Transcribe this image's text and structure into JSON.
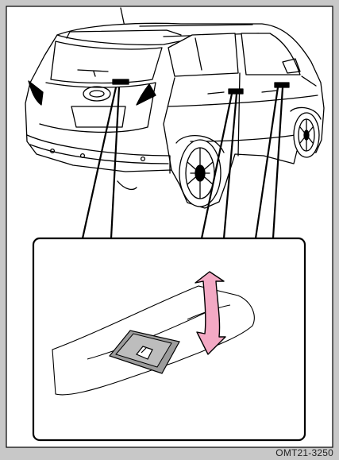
{
  "figure": {
    "code": "OMT21-3250",
    "subject": "rear-door-window-switch-location",
    "icons": [
      "car-rear-three-quarter-illustration",
      "window-switch-icon",
      "up-down-arrow-icon"
    ],
    "colors": {
      "background": "#c8c8c8",
      "panel": "#ffffff",
      "line": "#000000",
      "arrow": "#f3a9c4",
      "switch": "#b3b3b3"
    }
  }
}
